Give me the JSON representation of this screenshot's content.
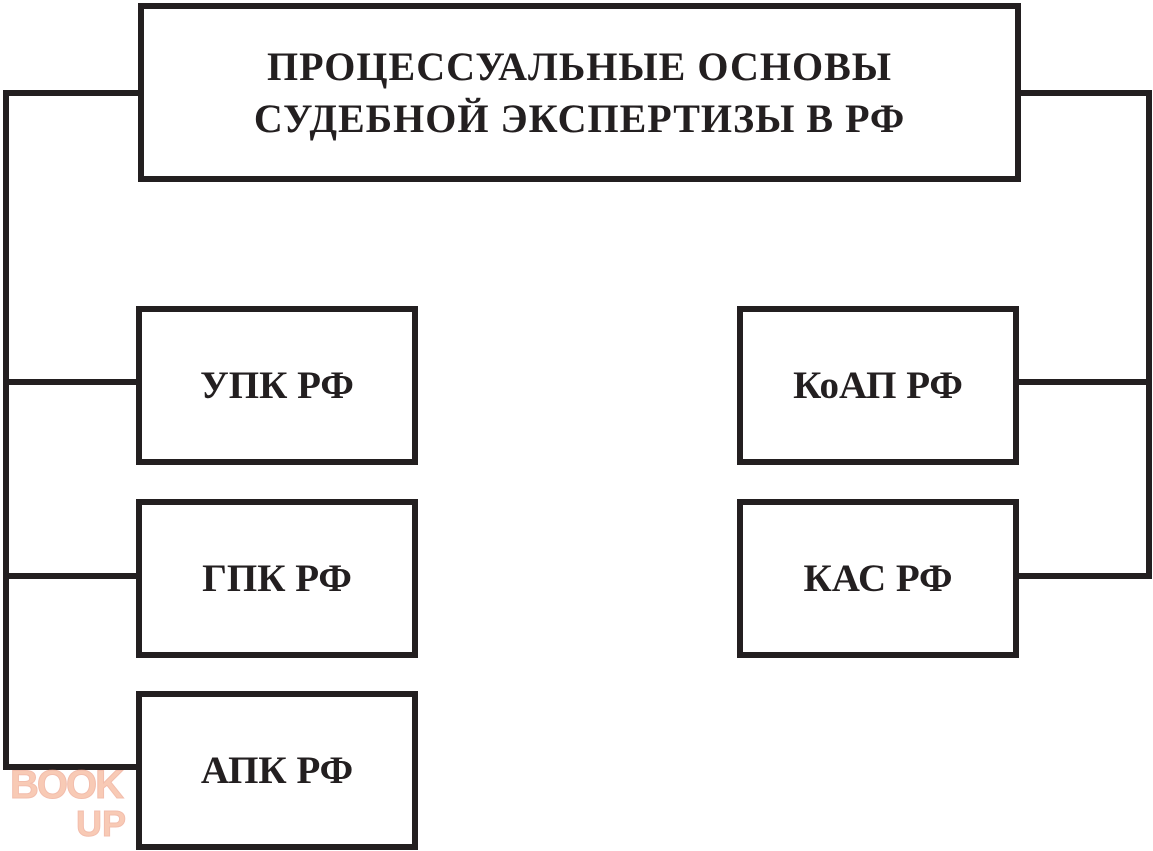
{
  "diagram": {
    "title": {
      "line1": "ПРОЦЕССУАЛЬНЫЕ ОСНОВЫ",
      "line2": "СУДЕБНОЙ ЭКСПЕРТИЗЫ В РФ"
    },
    "left_nodes": [
      {
        "label": "УПК РФ"
      },
      {
        "label": "ГПК РФ"
      },
      {
        "label": "АПК РФ"
      }
    ],
    "right_nodes": [
      {
        "label": "КоАП РФ"
      },
      {
        "label": "КАС РФ"
      }
    ]
  },
  "watermark": {
    "line1": "BOOK",
    "line2": "UP",
    "color": "#f4a07a"
  },
  "colors": {
    "stroke": "#231f20",
    "background": "#ffffff"
  }
}
